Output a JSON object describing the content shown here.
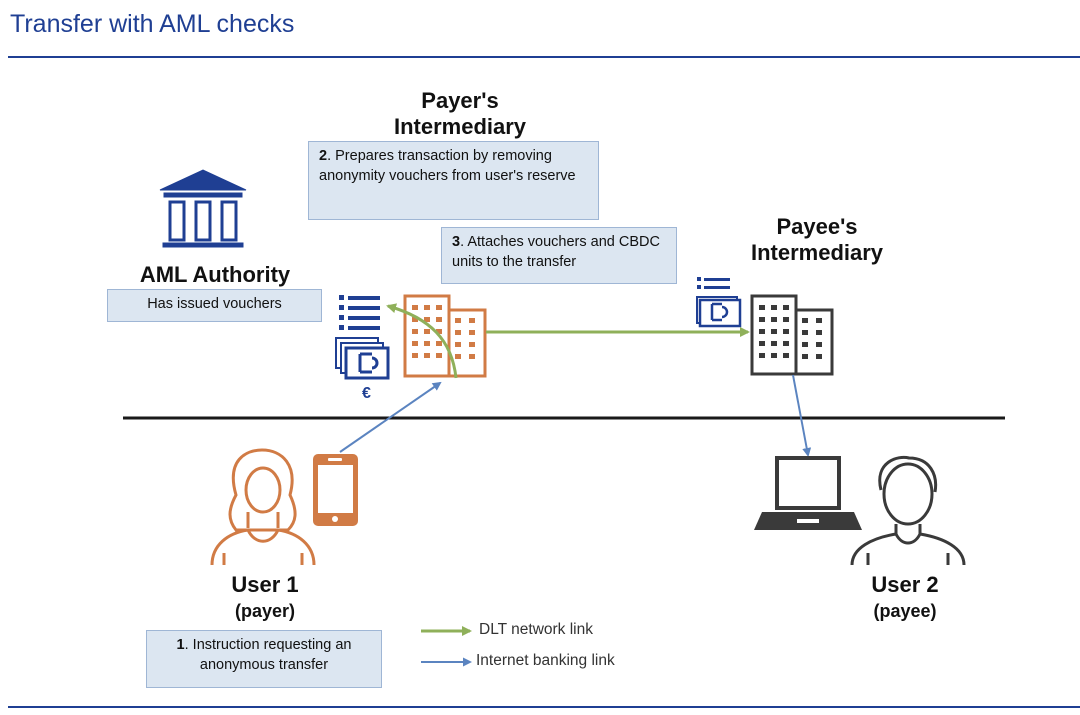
{
  "title": "Transfer with AML checks",
  "payers_intermediary": {
    "line1": "Payer's",
    "line2": "Intermediary"
  },
  "payees_intermediary": {
    "line1": "Payee's",
    "line2": "Intermediary"
  },
  "aml_authority": {
    "label": "AML Authority",
    "note": "Has issued vouchers"
  },
  "step2": {
    "num": "2",
    "text": ". Prepares transaction by removing anonymity vouchers from user's  reserve"
  },
  "step3": {
    "num": "3",
    "text": ". Attaches vouchers and CBDC units to the transfer"
  },
  "step1": {
    "num": "1",
    "text": ". Instruction requesting an anonymous transfer"
  },
  "user1": {
    "label": "User 1",
    "role": "(payer)"
  },
  "user2": {
    "label": "User 2",
    "role": "(payee)"
  },
  "euro_symbol": "€",
  "legend": {
    "dlt": "DLT network  link",
    "internet": "Internet banking  link"
  },
  "colors": {
    "title": "#1f3f93",
    "icon_blue": "#1f3f93",
    "orange": "#d17b45",
    "dark": "#3a3a3a",
    "green": "#8fb05a",
    "link_blue": "#5b84c0",
    "box_fill": "#dce6f1"
  },
  "icons": [
    "bank-icon",
    "voucher-list-icon",
    "voucher-card-icon",
    "euro-card-icon",
    "building-icon",
    "phone-icon",
    "laptop-icon",
    "person-female-icon",
    "person-male-icon"
  ]
}
